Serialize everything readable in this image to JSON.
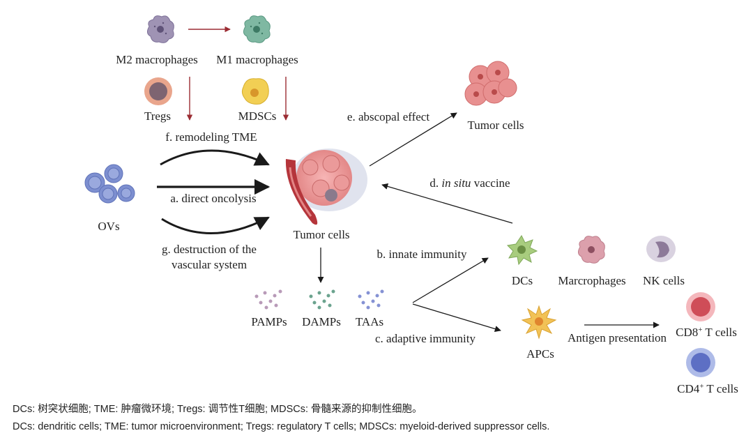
{
  "cells": {
    "m2_macrophages": "M2 macrophages",
    "m1_macrophages": "M1 macrophages",
    "tregs": "Tregs",
    "mdscs": "MDSCs",
    "ovs": "OVs",
    "tumor_center": "Tumor cells",
    "tumor_top": "Tumor cells",
    "dcs": "DCs",
    "macrophages_right": "Marcrophages",
    "nk_cells": "NK cells",
    "apcs": "APCs",
    "cd8_base": "CD8",
    "cd8_sup": "+",
    "cd8_rest": " T cells",
    "cd4_base": "CD4",
    "cd4_sup": "+",
    "cd4_rest": " T cells",
    "pamps": "PAMPs",
    "damps": "DAMPs",
    "taas": "TAAs"
  },
  "pathways": {
    "f": "f. remodeling TME",
    "a": "a. direct oncolysis",
    "g_line1": "g. destruction of the",
    "g_line2": "vascular system",
    "e": "e. abscopal effect",
    "d_prefix": "d. ",
    "d_italic": "in situ",
    "d_suffix": " vaccine",
    "b": "b. innate immunity",
    "c": "c. adaptive immunity",
    "antigen": "Antigen presentation"
  },
  "footnotes": {
    "chinese": "DCs: 树突状细胞; TME: 肿瘤微环境; Tregs: 调节性T细胞; MDSCs: 骨髓来源的抑制性细胞。",
    "english": "DCs: dendritic cells; TME: tumor microenvironment; Tregs: regulatory T cells; MDSCs: myeloid-derived suppressor cells."
  },
  "colors": {
    "dark_red_arrow": "#9b2c33",
    "black_arrow": "#1a1a1a",
    "virus": "#7d8fd0",
    "tumor": "#e07a7a"
  }
}
